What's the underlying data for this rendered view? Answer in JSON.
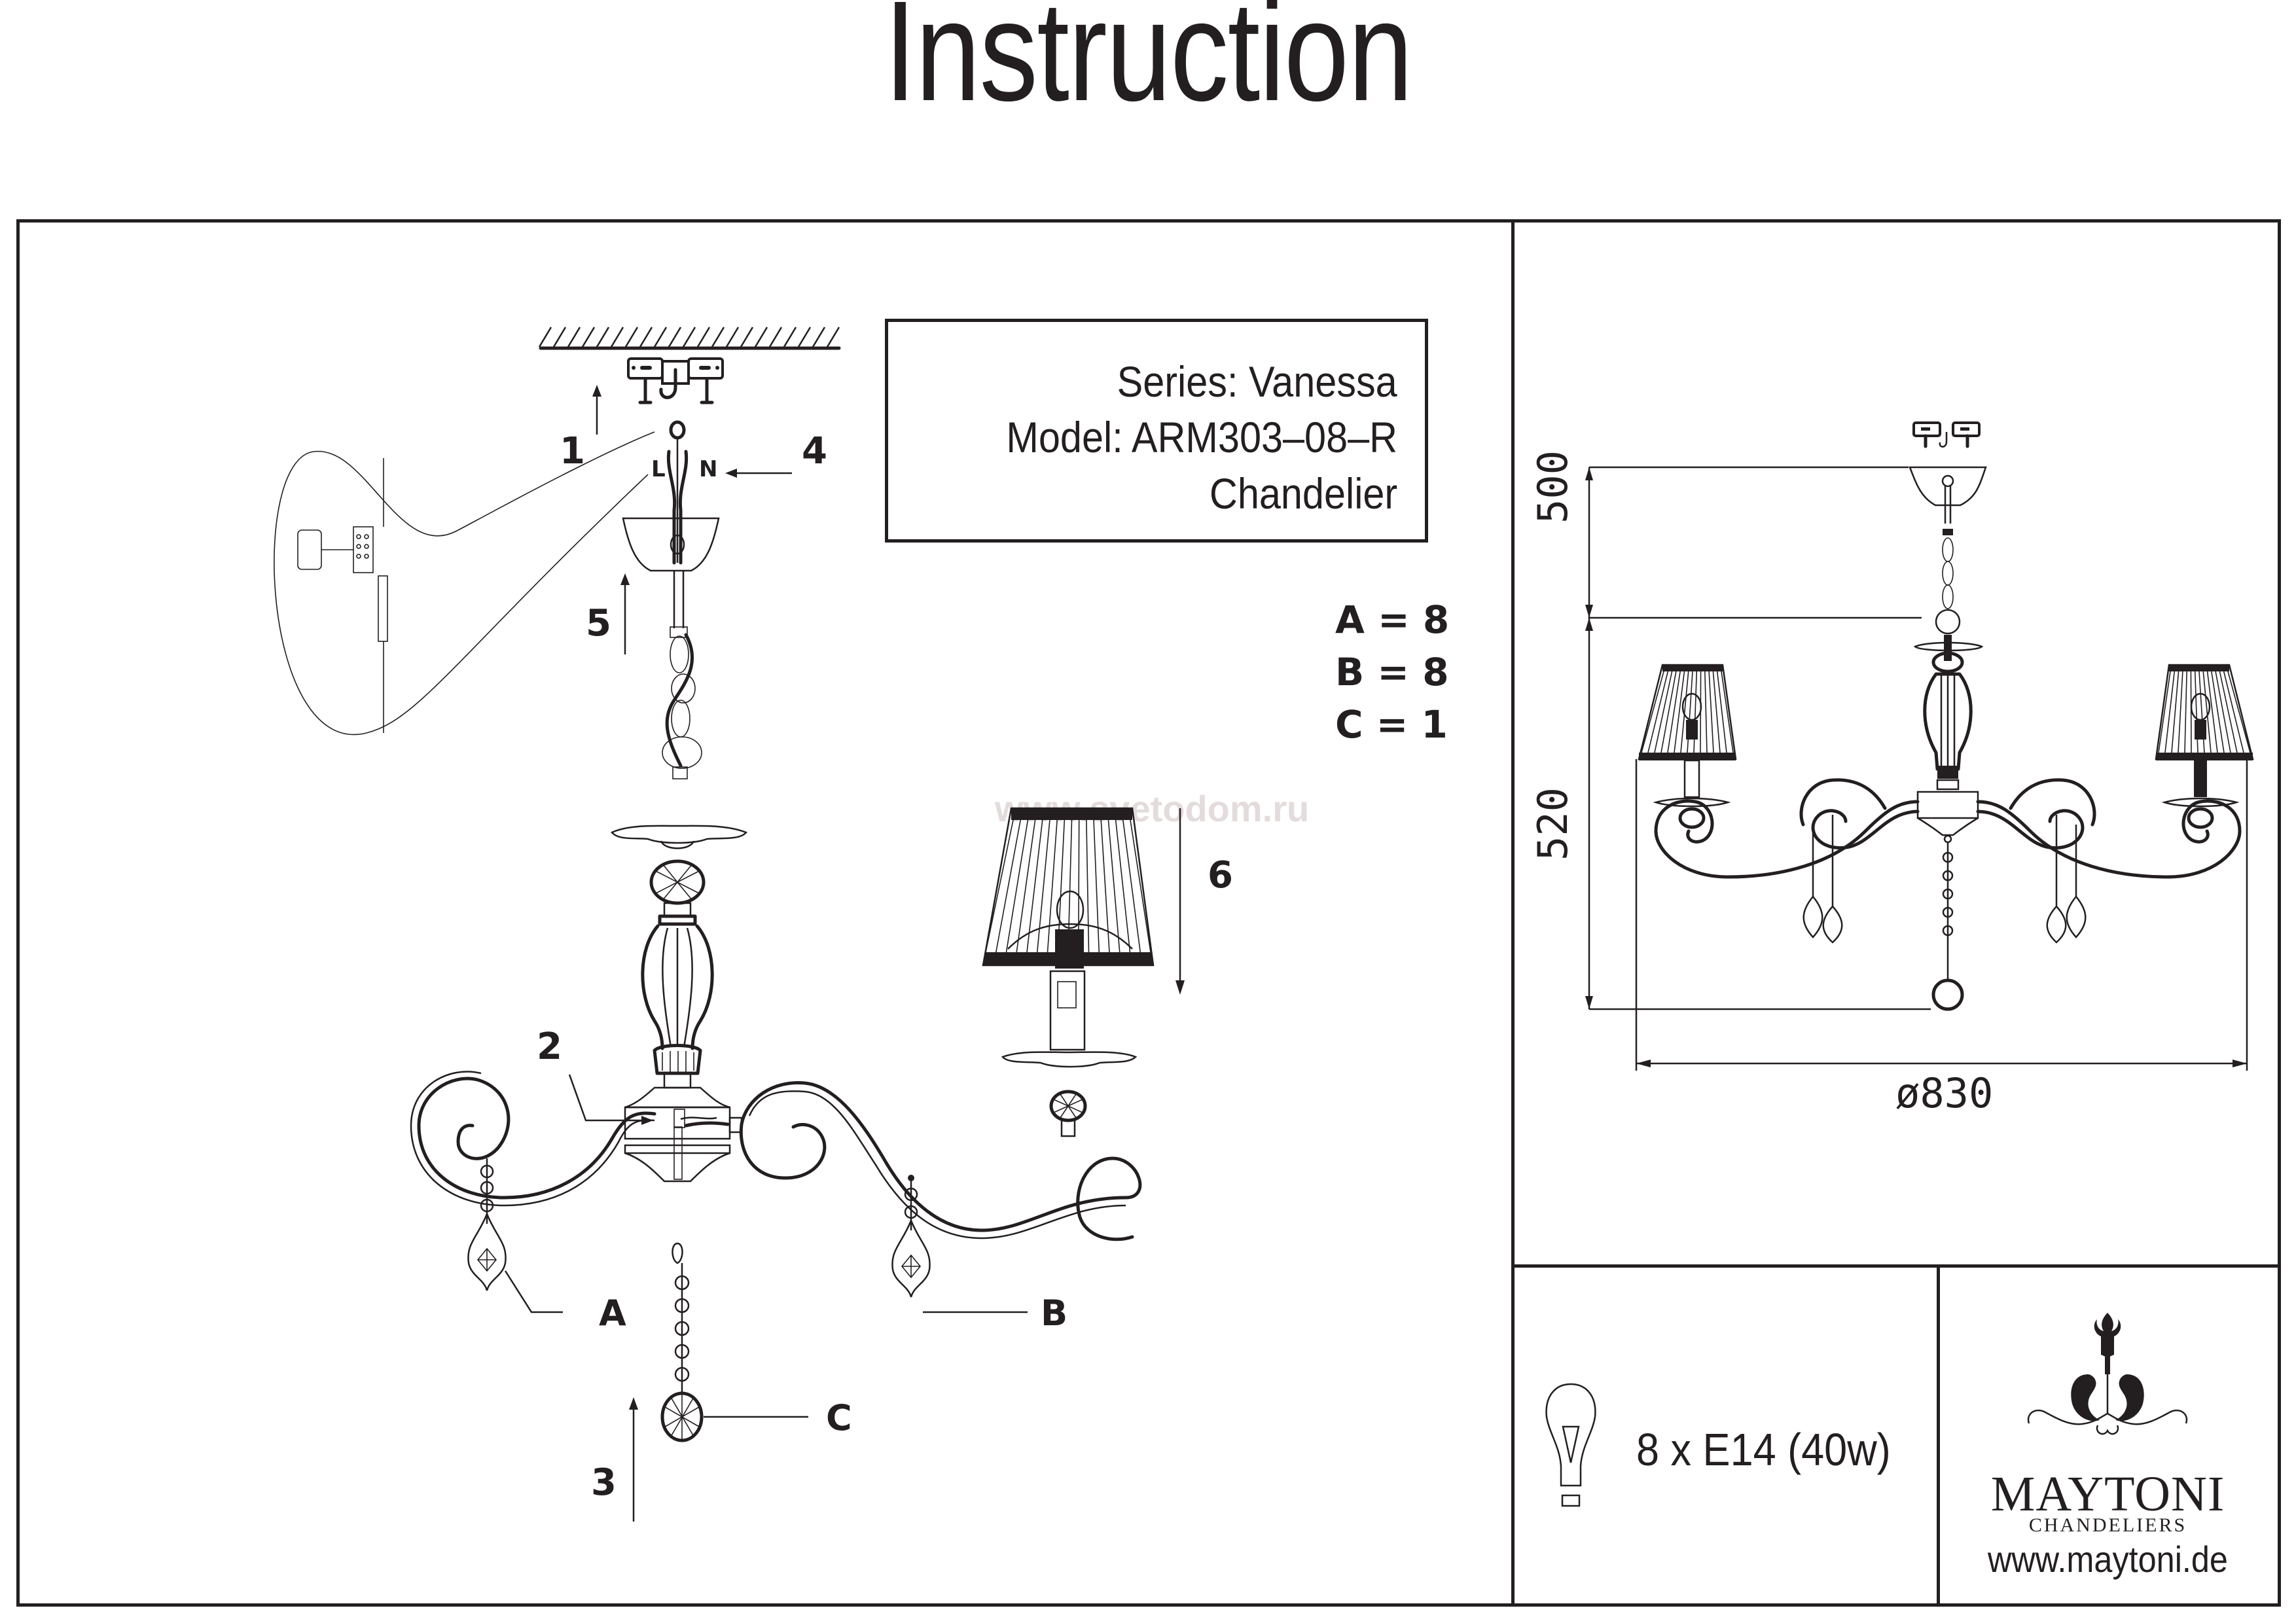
{
  "document": {
    "title": "Instruction"
  },
  "product_info": {
    "series": "Series: Vanessa",
    "model": "Model: ARM303–08–R",
    "type": "Chandelier"
  },
  "parts_quantities": [
    {
      "label": "A = 8"
    },
    {
      "label": "B = 8"
    },
    {
      "label": "C = 1"
    }
  ],
  "assembly_steps": {
    "step_1": "1",
    "step_2": "2",
    "step_3": "3",
    "step_4": "4",
    "step_5": "5",
    "step_6": "6"
  },
  "wire_labels": {
    "live": "L",
    "neutral": "N"
  },
  "part_callouts": {
    "a": "A",
    "b": "B",
    "c": "C"
  },
  "dimensions": {
    "ceiling_to_body_mm": "500",
    "body_height_mm": "520",
    "diameter_mm": "ø830"
  },
  "bulb_spec": {
    "icon": "light-bulb-icon",
    "text": "8 x E14 (40w)"
  },
  "brand": {
    "logo_icon": "chandelier-logo-icon",
    "name": "MAYTONI",
    "subtitle": "CHANDELIERS",
    "website": "www.maytoni.de"
  },
  "watermark": "www.svetodom.ru"
}
